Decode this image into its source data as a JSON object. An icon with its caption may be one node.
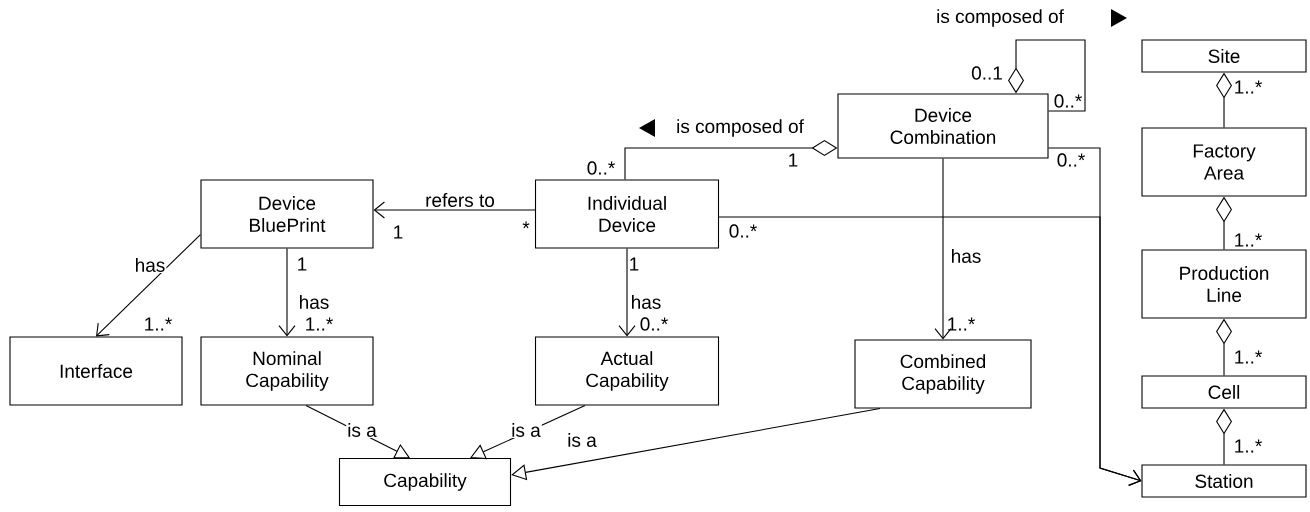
{
  "diagram": {
    "nodes": [
      {
        "text": [
          "Device Combination"
        ]
      },
      {
        "text": [
          "Site"
        ]
      },
      {
        "text": [
          "Device BluePrint"
        ]
      },
      {
        "text": [
          "Individual Device"
        ]
      },
      {
        "text": [
          "Factory Area"
        ]
      },
      {
        "text": [
          "Production Line"
        ]
      },
      {
        "text": [
          "Interface"
        ]
      },
      {
        "text": [
          "Nominal Capability"
        ]
      },
      {
        "text": [
          "Actual Capability"
        ]
      },
      {
        "text": [
          "Combined Capability"
        ]
      },
      {
        "text": [
          "Cell"
        ]
      },
      {
        "text": [
          "Capability"
        ]
      },
      {
        "text": [
          "Station"
        ]
      }
    ],
    "edges": [
      {
        "from": 0,
        "to": 0,
        "arrow": "other",
        "label": "is composed of"
      },
      {
        "from": 0,
        "to": 3,
        "arrow": "other",
        "label": "is composed of"
      },
      {
        "from": 3,
        "to": 2,
        "arrow": "to",
        "label": "refers to"
      },
      {
        "from": 2,
        "to": 6,
        "arrow": "to",
        "label": "has"
      },
      {
        "from": 2,
        "to": 7,
        "arrow": "to",
        "label": "has"
      },
      {
        "from": 3,
        "to": 8,
        "arrow": "to",
        "label": "has"
      },
      {
        "from": 0,
        "to": 9,
        "arrow": "to",
        "label": "has"
      },
      {
        "from": 3,
        "to": 12,
        "arrow": "to"
      },
      {
        "from": 0,
        "to": 12,
        "arrow": "to"
      },
      {
        "from": 7,
        "to": 11,
        "arrow": "to",
        "label": "is a"
      },
      {
        "from": 8,
        "to": 11,
        "arrow": "to",
        "label": "is a"
      },
      {
        "from": 9,
        "to": 11,
        "arrow": "to",
        "label": "is a"
      },
      {
        "from": 1,
        "to": 4,
        "arrow": "other"
      },
      {
        "from": 4,
        "to": 5,
        "arrow": "other"
      },
      {
        "from": 5,
        "to": 10,
        "arrow": "other"
      },
      {
        "from": 10,
        "to": 12,
        "arrow": "other"
      }
    ],
    "labels": [
      "0..1",
      "0..*",
      "0..*",
      "1",
      "0..*",
      "1..*",
      "1",
      "*",
      "0..*",
      "1..*",
      "1",
      "1",
      "1..*",
      "1..*",
      "0..*",
      "1..*",
      "1..*",
      "1..*"
    ]
  }
}
